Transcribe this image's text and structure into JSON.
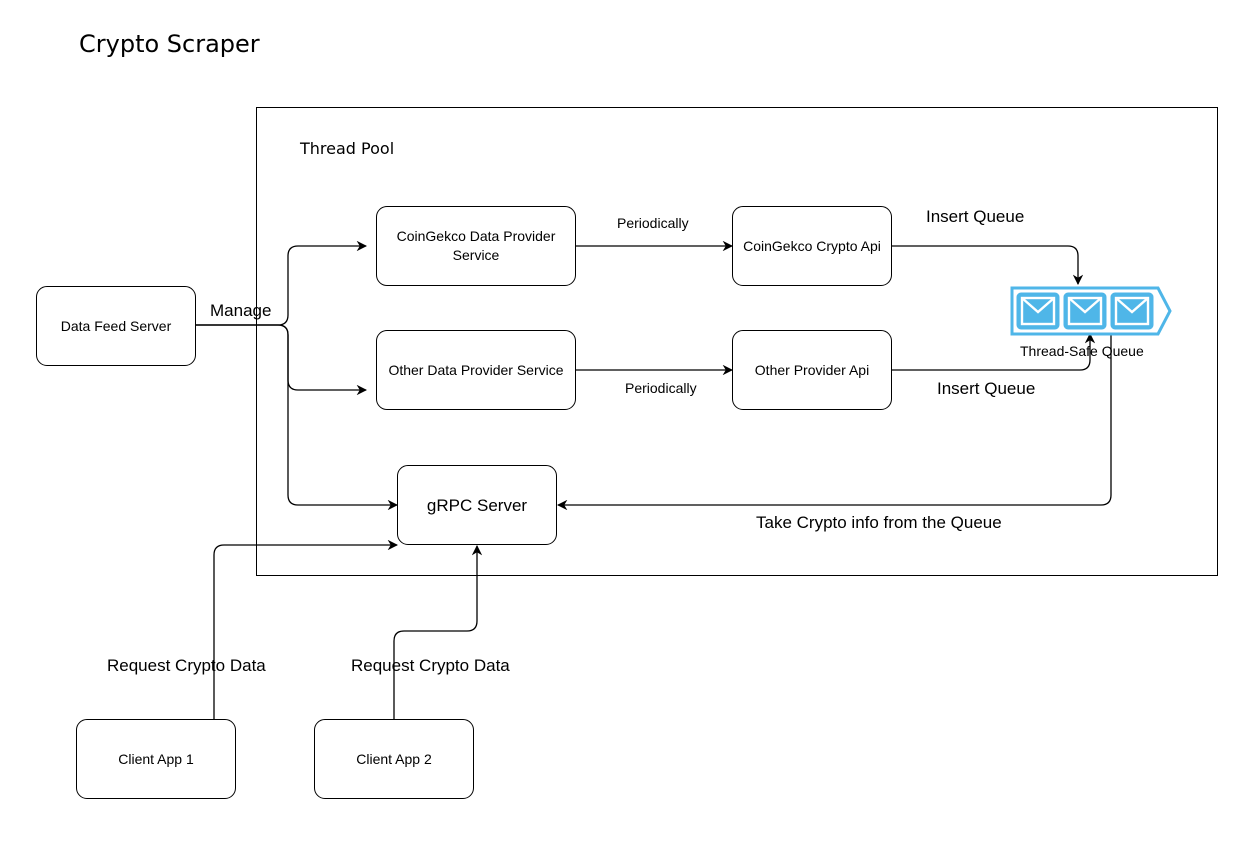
{
  "title": "Crypto Scraper",
  "pool": {
    "label": "Thread Pool"
  },
  "nodes": {
    "data_feed_server": "Data Feed Server",
    "coingekco_service": "CoinGekco Data Provider Service",
    "other_service": "Other Data Provider Service",
    "coingekco_api": "CoinGekco Crypto Api",
    "other_api": "Other Provider Api",
    "grpc_server": "gRPC Server",
    "client_app_1": "Client App 1",
    "client_app_2": "Client App 2"
  },
  "queue": {
    "label": "Thread-Safe Queue",
    "icon": "envelope-queue-icon",
    "color": "#4fb6e8"
  },
  "edge_labels": {
    "manage": "Manage",
    "periodically_top": "Periodically",
    "periodically_bottom": "Periodically",
    "insert_queue_top": "Insert Queue",
    "insert_queue_bottom": "Insert Queue",
    "take_from_queue": "Take Crypto info from the Queue",
    "request_1": "Request Crypto Data",
    "request_2": "Request Crypto Data"
  }
}
